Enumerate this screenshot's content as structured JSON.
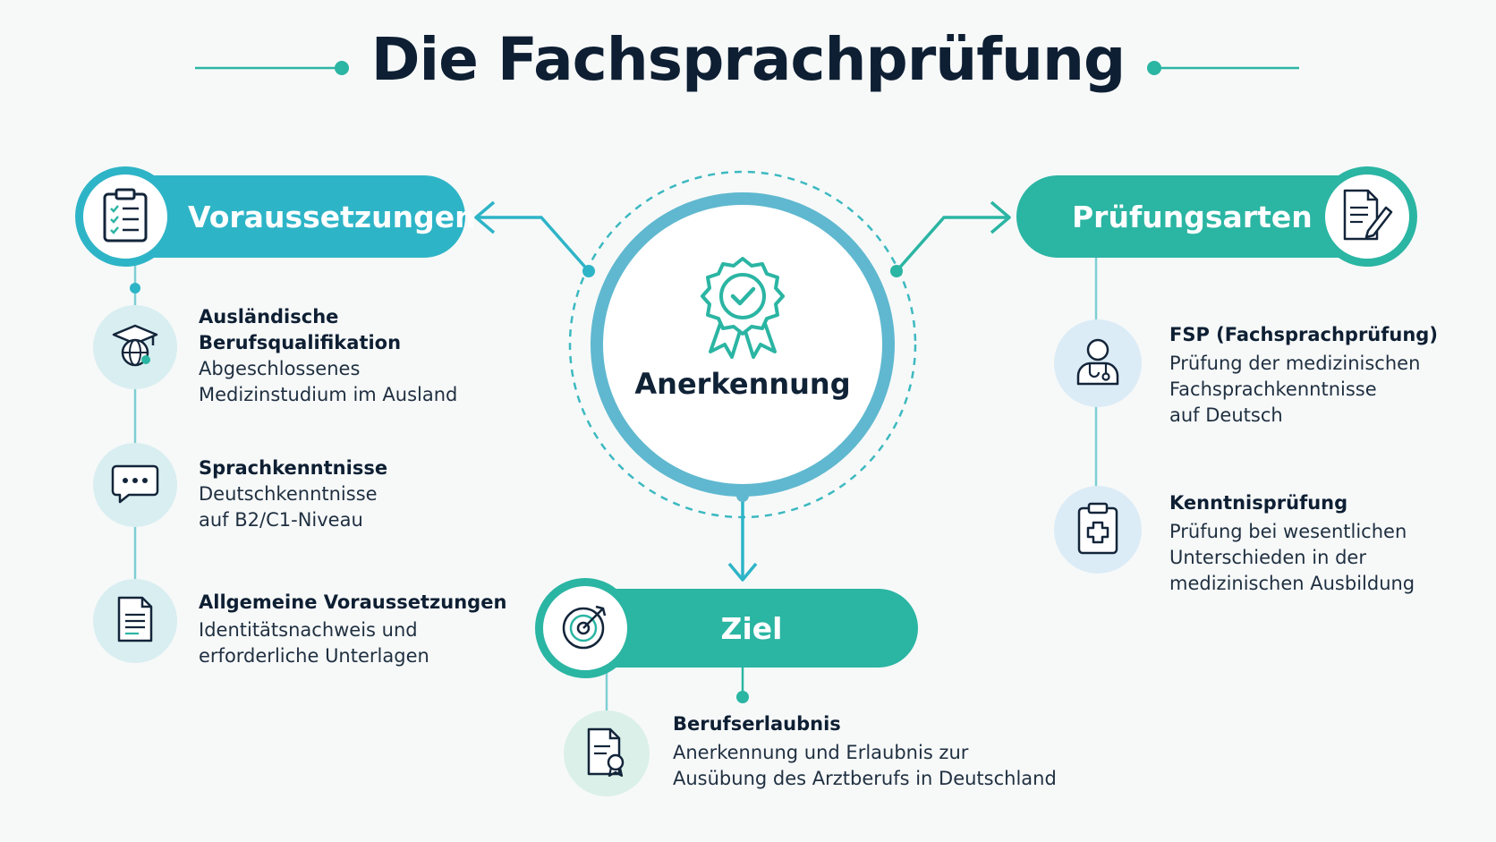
{
  "title": "Die Fachsprachprüfung",
  "colors": {
    "teal": "#2bb5a3",
    "blue_teal": "#2eb4c7",
    "dark_navy": "#0e1f33",
    "ring_blue": "#5fb8cf"
  },
  "center": {
    "label": "Anerkennung",
    "icon": "award-badge-icon"
  },
  "left": {
    "header": "Voraussetzungen",
    "icon": "checklist-icon",
    "items": [
      {
        "icon": "graduation-globe-icon",
        "title": "Ausländische\nBerufsqualifikation",
        "desc": "Abgeschlossenes\nMedizinstudium im Ausland"
      },
      {
        "icon": "speech-bubble-icon",
        "title": "Sprachkenntnisse",
        "desc": "Deutschkenntnisse\nauf B2/C1-Niveau"
      },
      {
        "icon": "document-icon",
        "title": "Allgemeine Voraussetzungen",
        "desc": "Identitätsnachweis und\nerforderliche Unterlagen"
      }
    ]
  },
  "right": {
    "header": "Prüfungsarten",
    "icon": "document-pen-icon",
    "items": [
      {
        "icon": "doctor-icon",
        "title": "FSP (Fachsprachprüfung)",
        "desc": "Prüfung der medizinischen\nFachsprachkenntnisse\nauf Deutsch"
      },
      {
        "icon": "medical-clipboard-icon",
        "title": "Kenntnisprüfung",
        "desc": "Prüfung bei wesentlichen\nUnterschieden in der\nmedizinischen Ausbildung"
      }
    ]
  },
  "bottom": {
    "header": "Ziel",
    "icon": "target-icon",
    "item": {
      "icon": "certificate-icon",
      "title": "Berufserlaubnis",
      "desc": "Anerkennung und Erlaubnis zur\nAusübung des Arztberufs in Deutschland"
    }
  }
}
